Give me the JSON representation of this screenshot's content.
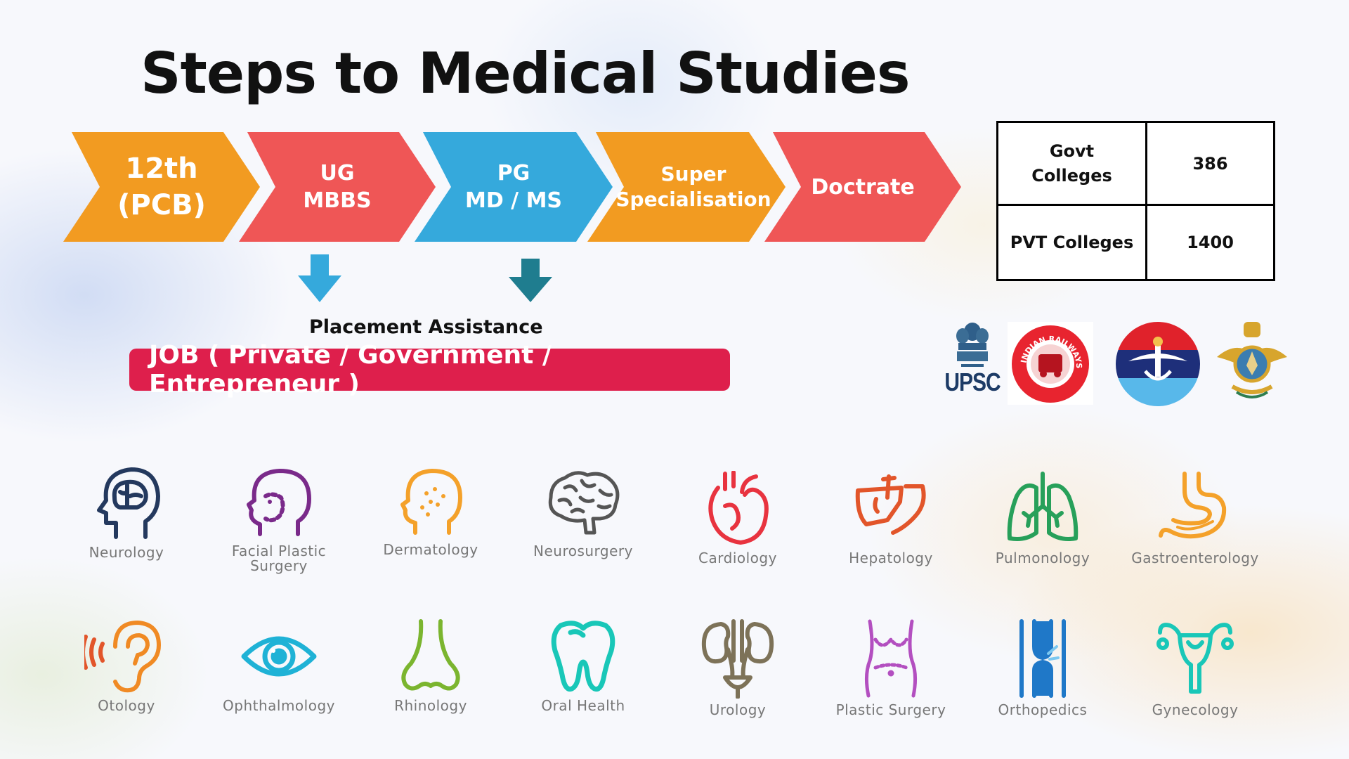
{
  "title": "Steps to Medical Studies",
  "steps": [
    {
      "line1": "12th",
      "line2": "(PCB)",
      "color": "#f29b21"
    },
    {
      "line1": "UG",
      "line2": "MBBS",
      "color": "#ef5656"
    },
    {
      "line1": "PG",
      "line2": "MD / MS",
      "color": "#35a9dc"
    },
    {
      "line1": "Super",
      "line2": "Specialisation",
      "color": "#f29b21"
    },
    {
      "line1": "Doctrate",
      "line2": "",
      "color": "#ef5656"
    }
  ],
  "placement_label": "Placement Assistance",
  "job_label": "JOB ( Private / Government / Entrepreneur )",
  "colleges": [
    {
      "label": "Govt Colleges",
      "value": "386"
    },
    {
      "label": "PVT Colleges",
      "value": "1400"
    }
  ],
  "logos": {
    "upsc": "UPSC",
    "railways_ring": "INDIAN RAILWAYS"
  },
  "specialties": [
    {
      "name": "Neurology",
      "icon": "head-brain-icon",
      "color": "#24395e"
    },
    {
      "name": "Facial Plastic Surgery",
      "icon": "face-outline-icon",
      "color": "#7a2a8a"
    },
    {
      "name": "Dermatology",
      "icon": "skin-face-icon",
      "color": "#f4a12a"
    },
    {
      "name": "Neurosurgery",
      "icon": "brain-icon",
      "color": "#555555"
    },
    {
      "name": "Cardiology",
      "icon": "heart-icon",
      "color": "#e8333f"
    },
    {
      "name": "Hepatology",
      "icon": "liver-icon",
      "color": "#e2552a"
    },
    {
      "name": "Pulmonology",
      "icon": "lungs-icon",
      "color": "#27a05a"
    },
    {
      "name": "Gastroenterology",
      "icon": "stomach-icon",
      "color": "#f4a12a"
    },
    {
      "name": "Otology",
      "icon": "ear-icon",
      "color": "#f08a24"
    },
    {
      "name": "Ophthalmology",
      "icon": "eye-icon",
      "color": "#1fb2d6"
    },
    {
      "name": "Rhinology",
      "icon": "nose-icon",
      "color": "#7bb52f"
    },
    {
      "name": "Oral Health",
      "icon": "tooth-icon",
      "color": "#19c7b8"
    },
    {
      "name": "Urology",
      "icon": "kidneys-icon",
      "color": "#7d7258"
    },
    {
      "name": "Plastic Surgery",
      "icon": "torso-icon",
      "color": "#b34fc0"
    },
    {
      "name": "Orthopedics",
      "icon": "knee-joint-icon",
      "color": "#1f78c8"
    },
    {
      "name": "Gynecology",
      "icon": "uterus-icon",
      "color": "#19c7b8"
    }
  ]
}
